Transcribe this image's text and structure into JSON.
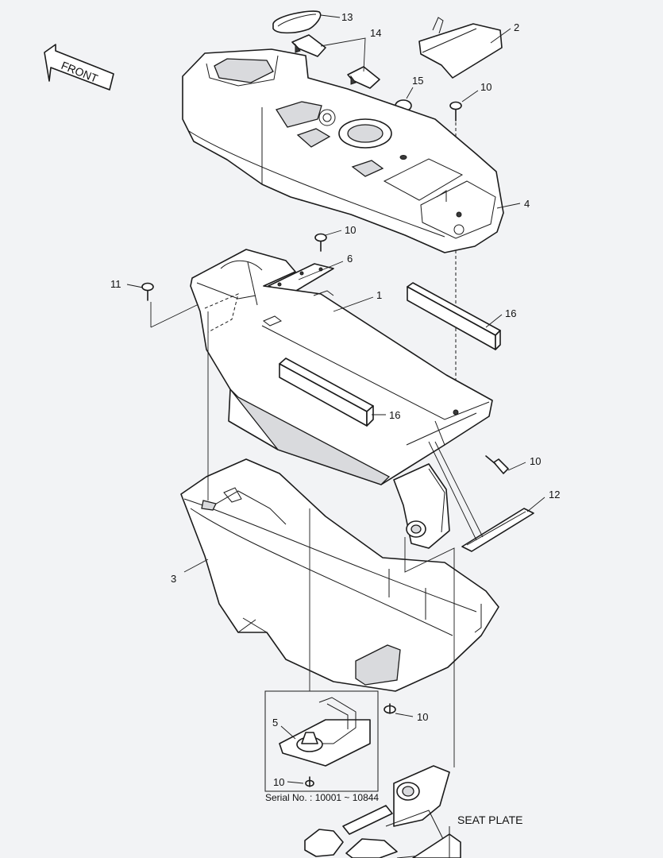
{
  "diagram": {
    "direction_label": "FRONT",
    "serial_caption": "Serial No. : 10001 ~ 10844",
    "seat_plate_label": "SEAT PLATE",
    "callouts": {
      "c13": "13",
      "c14": "14",
      "c2": "2",
      "c15": "15",
      "c10a": "10",
      "c4": "4",
      "c10b": "10",
      "c6": "6",
      "c11": "11",
      "c1": "1",
      "c16a": "16",
      "c16b": "16",
      "c10c": "10",
      "c12": "12",
      "c3": "3",
      "c10d": "10",
      "c5": "5",
      "c10e": "10"
    }
  }
}
